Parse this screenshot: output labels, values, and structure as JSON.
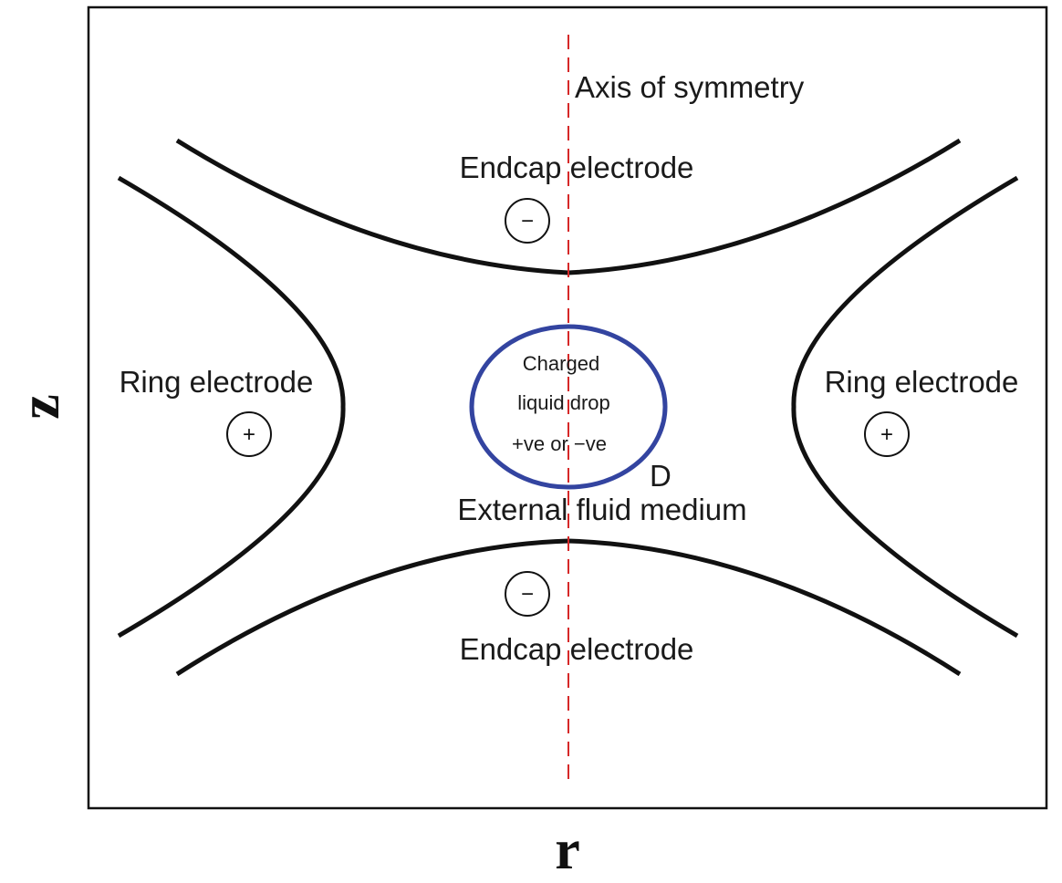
{
  "labels": {
    "axis_of_symmetry": "Axis of symmetry",
    "endcap_top": "Endcap electrode",
    "endcap_bottom": "Endcap electrode",
    "ring_left": "Ring electrode",
    "ring_right": "Ring electrode",
    "drop_line1": "Charged",
    "drop_line2": "liquid drop",
    "drop_line3": "+ve or −ve",
    "drop_diameter": "D",
    "medium": "External fluid medium",
    "axis_r": "r",
    "axis_z": "z"
  },
  "charges": {
    "endcap_top": "−",
    "endcap_bottom": "−",
    "ring_left": "+",
    "ring_right": "+"
  },
  "colors": {
    "electrode": "#111111",
    "drop": "#3344a0",
    "axis": "#d62828",
    "frame": "#111111"
  }
}
